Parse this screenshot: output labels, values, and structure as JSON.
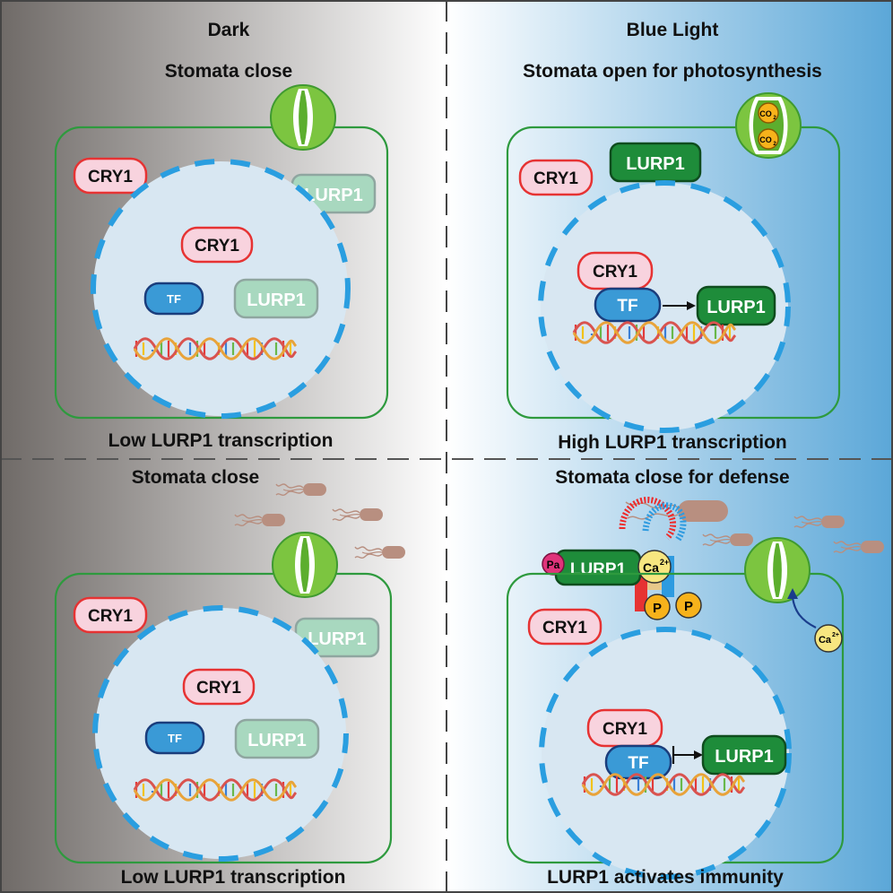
{
  "panels": {
    "top_left": {
      "heading": "Dark",
      "subheading": "Stomata close",
      "caption": "Low LURP1 transcription",
      "cytoplasm_cry1": "CRY1",
      "cytoplasm_lurp1": "LURP1",
      "nucleus_cry1": "CRY1",
      "nucleus_tf": "TF",
      "nucleus_lurp1": "LURP1"
    },
    "top_right": {
      "heading": "Blue Light",
      "subheading": "Stomata open for photosynthesis",
      "caption": "High LURP1 transcription",
      "cytoplasm_cry1": "CRY1",
      "cytoplasm_lurp1": "LURP1",
      "nucleus_cry1": "CRY1",
      "nucleus_tf": "TF",
      "nucleus_lurp1": "LURP1",
      "co2_label": "CO",
      "co2_subscript": "2"
    },
    "bottom_left": {
      "heading": "Stomata close",
      "caption": "Low LURP1 transcription",
      "cytoplasm_cry1": "CRY1",
      "cytoplasm_lurp1": "LURP1",
      "nucleus_cry1": "CRY1",
      "nucleus_tf": "TF",
      "nucleus_lurp1": "LURP1"
    },
    "bottom_right": {
      "heading": "Stomata close for defense",
      "caption": "LURP1 activates immunity",
      "cytoplasm_cry1": "CRY1",
      "membrane_lurp1": "LURP1",
      "pa_label": "Pa",
      "ca_label": "Ca",
      "ca_charge": "2+",
      "p_label_1": "P",
      "p_label_2": "P",
      "nucleus_cry1": "CRY1",
      "nucleus_tf": "TF",
      "nucleus_lurp1": "LURP1"
    }
  },
  "colors": {
    "dark_gradient_start": "#6f6a67",
    "dark_gradient_end": "#ffffff",
    "blue_gradient_start": "#ffffff",
    "blue_gradient_end": "#5ba7d8",
    "cell_outline": "#2e9a3e",
    "nucleus_fill": "#d8e7f2",
    "nucleus_dash": "#2a9ee0",
    "cry1_fill": "#f8d3de",
    "cry1_border": "#e63333",
    "lurp1_green": "#1e8c3a",
    "lurp1_faded": "#a8d8bf",
    "tf_fill": "#3a9ad6",
    "stoma_green": "#7cc540",
    "pa_pink": "#e0337a",
    "ca_yellow": "#f7e680",
    "p_orange": "#f7b21b"
  }
}
